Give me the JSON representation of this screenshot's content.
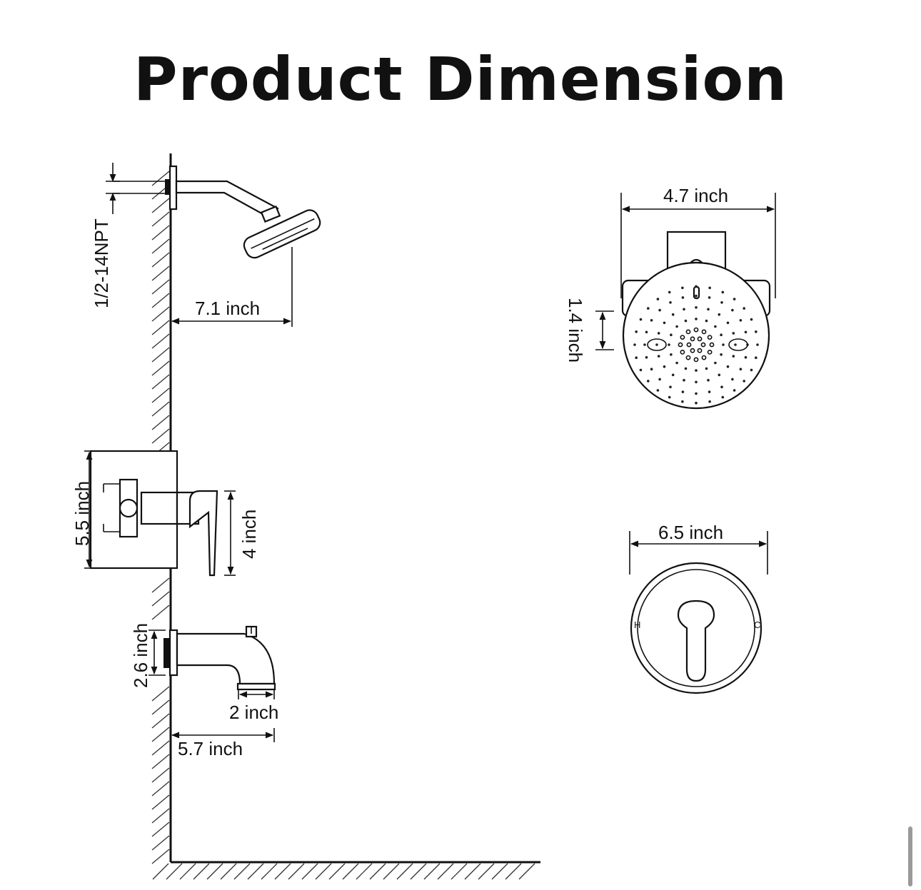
{
  "title": "Product Dimension",
  "dimensions": {
    "npt": "1/2-14NPT",
    "arm_reach": "7.1 inch",
    "head_width": "4.7 inch",
    "head_height": "1.4 inch",
    "valve_box": "5.5 inch",
    "handle_height": "4 inch",
    "trim_width": "6.5 inch",
    "spout_height": "2.6 inch",
    "spout_outlet": "2 inch",
    "spout_reach": "5.7 inch"
  },
  "trim_marks": {
    "hot": "H",
    "cold": "C"
  }
}
